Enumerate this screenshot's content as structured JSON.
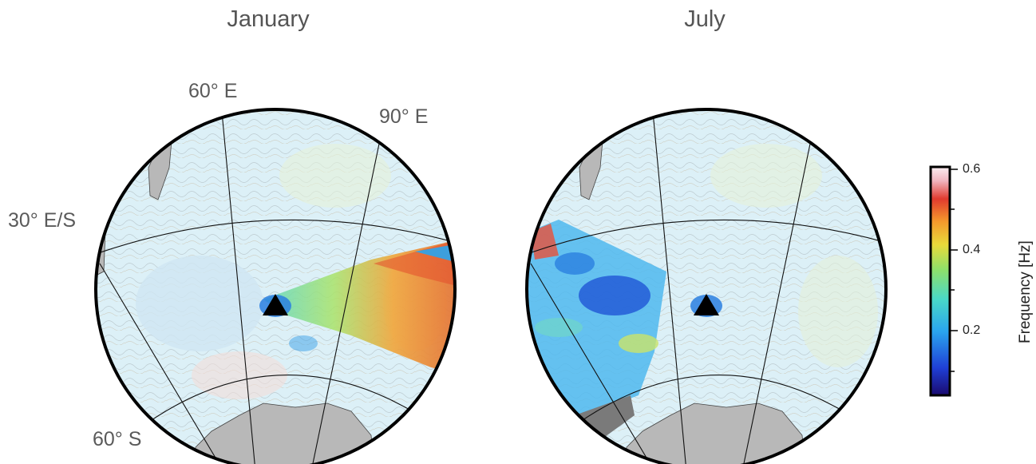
{
  "panels": [
    {
      "title": "January",
      "grid_labels": {
        "lon_60": "60° E",
        "lon_90": "90° E",
        "lat_30": "30° E/S",
        "lat_60": "60° S"
      }
    },
    {
      "title": "July"
    }
  ],
  "marker": "station-triangle",
  "colorbar": {
    "label": "Frequency [Hz]",
    "ticks": [
      "0.6",
      "0.4",
      "0.2"
    ],
    "range": [
      0.05,
      0.62
    ],
    "colormap": [
      "#1a0a6e",
      "#1f3fd6",
      "#2aa5ee",
      "#49d8c8",
      "#8ee06a",
      "#e9d93a",
      "#f59a2c",
      "#e03a2e",
      "#f2b6c0",
      "#fbeef2"
    ]
  },
  "colors": {
    "land": "#b8b8b8",
    "ocean_base": "#dff1f8",
    "grid": "#111111"
  }
}
